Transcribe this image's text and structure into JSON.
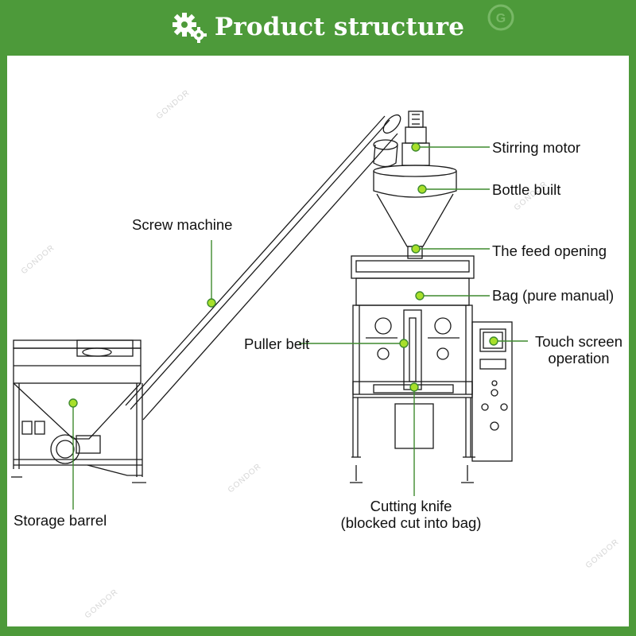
{
  "header": {
    "title": "Product structure",
    "icon": "gears-icon",
    "background_color": "#4d9a3a"
  },
  "watermark": {
    "text": "GONDOR",
    "logo": "G"
  },
  "labels": {
    "stirring_motor": "Stirring motor",
    "bottle_built": "Bottle built",
    "feed_opening": "The feed opening",
    "bag": "Bag (pure manual)",
    "touch_screen_line1": "Touch screen",
    "touch_screen_line2": "operation",
    "puller_belt": "Puller belt",
    "screw_machine": "Screw machine",
    "storage_barrel": "Storage barrel",
    "cutting_knife_line1": "Cutting knife",
    "cutting_knife_line2": "(blocked cut into bag)"
  },
  "colors": {
    "leader_line": "#3e8a2e",
    "marker_fill": "#a8e02a",
    "marker_stroke": "#3e8a2e",
    "drawing_stroke": "#1a1a1a"
  }
}
